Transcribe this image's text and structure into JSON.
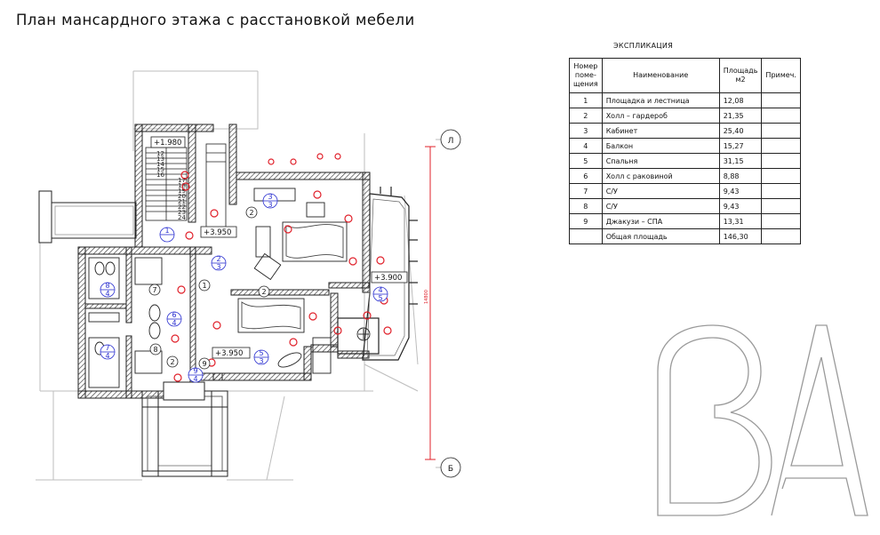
{
  "title": "План мансардного этажа с расстановкой мебели",
  "explication": {
    "caption": "ЭКСПЛИКАЦИЯ",
    "headers": {
      "number": [
        "Номер",
        "поме-",
        "щения"
      ],
      "name": "Наименование",
      "area": [
        "Площадь",
        "м2"
      ],
      "note": "Примеч."
    },
    "rows": [
      {
        "num": "1",
        "name": "Площадка и лестница",
        "area": "12,08"
      },
      {
        "num": "2",
        "name": "Холл – гардероб",
        "area": "21,35"
      },
      {
        "num": "3",
        "name": "Кабинет",
        "area": "25,40"
      },
      {
        "num": "4",
        "name": "Балкон",
        "area": "15,27"
      },
      {
        "num": "5",
        "name": "Спальня",
        "area": "31,15"
      },
      {
        "num": "6",
        "name": "Холл с раковиной",
        "area": "8,88"
      },
      {
        "num": "7",
        "name": "С/У",
        "area": "9,43"
      },
      {
        "num": "8",
        "name": "С/У",
        "area": "9,43"
      },
      {
        "num": "9",
        "name": "Джакузи – СПА",
        "area": "13,31"
      }
    ],
    "total": {
      "name": "Общая площадь",
      "area": "146,30"
    }
  },
  "plan": {
    "levels": {
      "stair": "+1.980",
      "hall": "+3.950",
      "balcony": "+3.900",
      "bedroom": "+3.950"
    },
    "axes": {
      "top": "Л",
      "bottom": "Б"
    },
    "dimension": "14800",
    "stair_steps": [
      "12",
      "13",
      "14",
      "15",
      "16",
      "17",
      "18",
      "19",
      "20",
      "21",
      "22",
      "23",
      "24"
    ],
    "room_tags": [
      {
        "num": "1",
        "sub": ""
      },
      {
        "num": "2",
        "sub": "3"
      },
      {
        "num": "3",
        "sub": "3"
      },
      {
        "num": "4",
        "sub": "5"
      },
      {
        "num": "5",
        "sub": "3"
      },
      {
        "num": "6",
        "sub": "4"
      },
      {
        "num": "7",
        "sub": "4"
      },
      {
        "num": "8",
        "sub": "4"
      },
      {
        "num": "9",
        "sub": "4"
      }
    ],
    "door_tags": [
      "1",
      "2",
      "2",
      "2",
      "7",
      "8",
      "9"
    ]
  },
  "logo": {
    "letters": "BA",
    "color": "#9a9a9a"
  },
  "colors": {
    "line": "#222222",
    "hatch": "#555555",
    "furniture_red": "#e0202a",
    "tag_blue": "#2a2fd0",
    "axis_red": "#e0202a",
    "grid_grey": "#b9b9b9"
  }
}
